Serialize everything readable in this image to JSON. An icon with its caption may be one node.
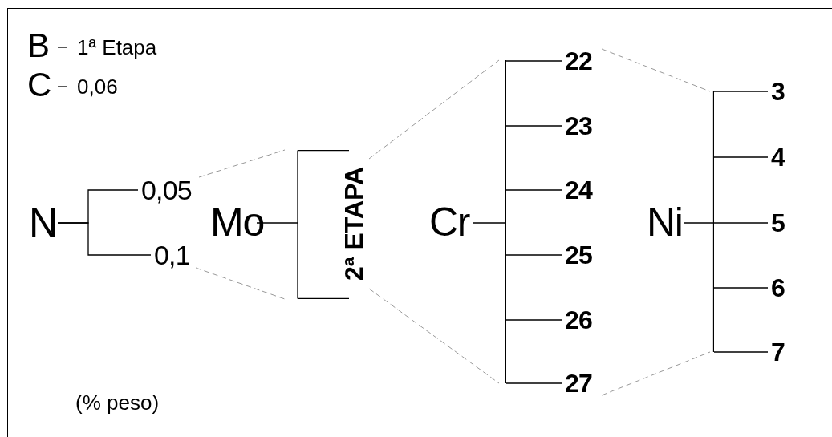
{
  "diagram": {
    "nodes": [
      {
        "text": [
          "N"
        ]
      },
      {
        "text": [
          "0,05"
        ]
      },
      {
        "text": [
          "0,1"
        ]
      },
      {
        "text": [
          "Mo"
        ]
      },
      {
        "text": [
          "2ª ETAPA"
        ],
        "in": 3
      },
      {
        "text": [
          "Cr"
        ]
      },
      {
        "text": [
          "22"
        ]
      },
      {
        "text": [
          "23"
        ]
      },
      {
        "text": [
          "24"
        ]
      },
      {
        "text": [
          "25"
        ]
      },
      {
        "text": [
          "26"
        ]
      },
      {
        "text": [
          "27"
        ]
      },
      {
        "text": [
          "Ni"
        ]
      },
      {
        "text": [
          "3"
        ]
      },
      {
        "text": [
          "4"
        ]
      },
      {
        "text": [
          "5"
        ]
      },
      {
        "text": [
          "6"
        ]
      },
      {
        "text": [
          "7"
        ]
      }
    ],
    "edges": [
      {
        "from": 0,
        "to": 1,
        "arrow": "none"
      },
      {
        "from": 0,
        "to": 2,
        "arrow": "none"
      },
      {
        "from": 5,
        "to": 6,
        "arrow": "none"
      },
      {
        "from": 5,
        "to": 7,
        "arrow": "none"
      },
      {
        "from": 5,
        "to": 8,
        "arrow": "none"
      },
      {
        "from": 5,
        "to": 9,
        "arrow": "none"
      },
      {
        "from": 5,
        "to": 10,
        "arrow": "none"
      },
      {
        "from": 5,
        "to": 11,
        "arrow": "none"
      },
      {
        "from": 12,
        "to": 13,
        "arrow": "none"
      },
      {
        "from": 12,
        "to": 14,
        "arrow": "none"
      },
      {
        "from": 12,
        "to": 15,
        "arrow": "none"
      },
      {
        "from": 12,
        "to": 16,
        "arrow": "none"
      },
      {
        "from": 12,
        "to": 17,
        "arrow": "none"
      },
      {
        "from": 1,
        "to": 3,
        "arrow": "none",
        "style": "dashed",
        "color": "#999999"
      },
      {
        "from": 2,
        "to": 3,
        "arrow": "none",
        "style": "dashed",
        "color": "#999999"
      },
      {
        "from": 4,
        "to": 5,
        "arrow": "none",
        "style": "dashed",
        "color": "#999999"
      },
      {
        "from": 4,
        "to": 5,
        "arrow": "none",
        "style": "dashed",
        "color": "#999999"
      },
      {
        "from": 6,
        "to": 12,
        "arrow": "none",
        "style": "dashed",
        "color": "#999999"
      },
      {
        "from": 11,
        "to": 12,
        "arrow": "none",
        "style": "dashed",
        "color": "#999999"
      }
    ],
    "labels": [
      "B",
      "1ª Etapa",
      "C",
      "0,06",
      "(% peso)"
    ]
  }
}
